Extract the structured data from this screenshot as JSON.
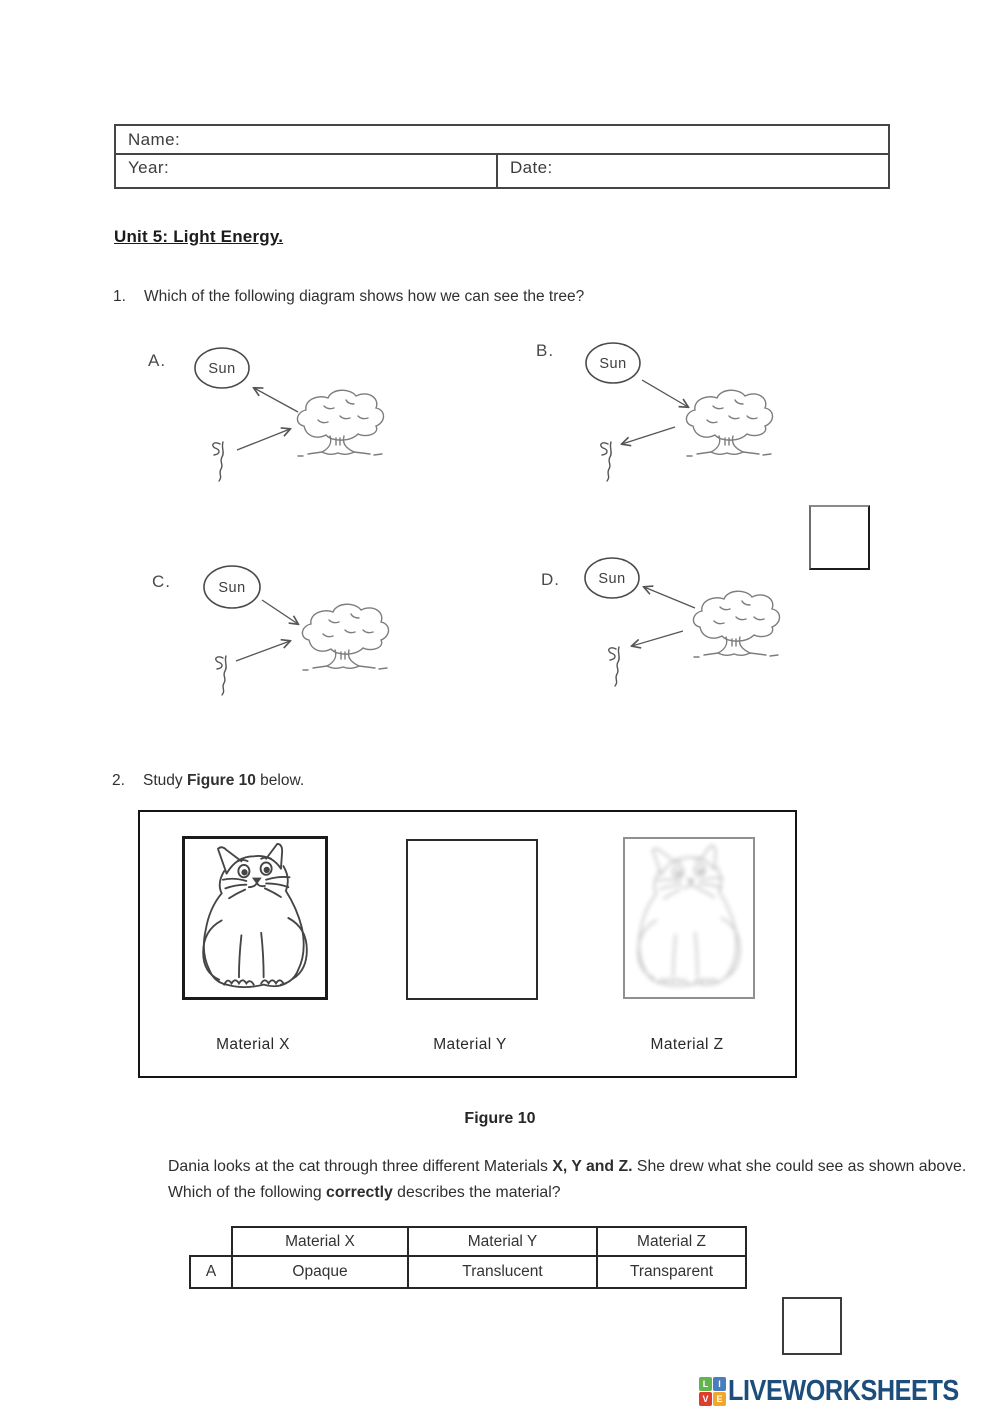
{
  "header_table": {
    "name_label": "Name:",
    "year_label": "Year:",
    "date_label": "Date:"
  },
  "unit_title": "Unit 5: Light Energy.",
  "q1": {
    "number": "1.",
    "question": "Which of the following diagram shows how we can see the tree?",
    "sun_label": "Sun",
    "options": [
      {
        "label": "A."
      },
      {
        "label": "B."
      },
      {
        "label": "C."
      },
      {
        "label": "D."
      }
    ]
  },
  "q2": {
    "number": "2.",
    "intro_pre": "Study ",
    "intro_bold": "Figure 10",
    "intro_post": " below.",
    "figure": {
      "labels": [
        "Material X",
        "Material Y",
        "Material Z"
      ],
      "caption": "Figure 10"
    },
    "paragraph": {
      "s1": "Dania looks at the cat through three different Materials ",
      "b1": "X,  Y  and  Z.",
      "s2": "  She drew what she could see as shown above. Which of the following ",
      "b2": "correctly",
      "s3": " describes the material?"
    },
    "table": {
      "headers": [
        "Material X",
        "Material Y",
        "Material Z"
      ],
      "row_label": "A",
      "cells": [
        "Opaque",
        "Translucent",
        "Transparent"
      ]
    }
  },
  "footer": {
    "brand": "LIVEWORKSHEETS",
    "brand_color": "#1d4d7b",
    "tiles": [
      {
        "ch": "L",
        "bg": "#62b54e"
      },
      {
        "ch": "I",
        "bg": "#4a7dbe"
      },
      {
        "ch": "V",
        "bg": "#dd3d2d"
      },
      {
        "ch": "E",
        "bg": "#efa72e"
      }
    ]
  }
}
